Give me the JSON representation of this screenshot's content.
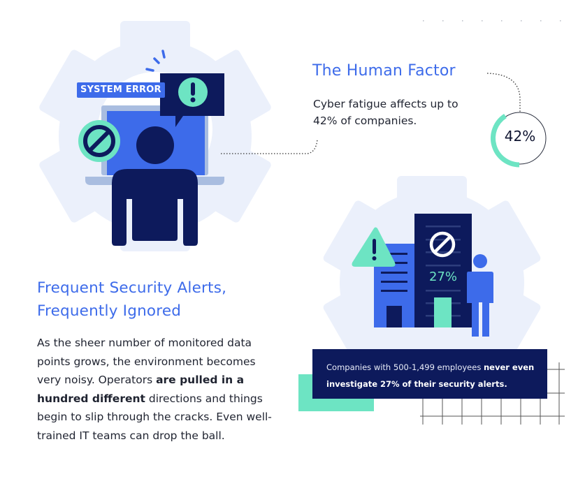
{
  "colors": {
    "accent_blue": "#3d6bea",
    "navy": "#0d1a5c",
    "teal": "#6de4c3",
    "slate": "#a9bde0",
    "gear_bg": "#ebf0fb"
  },
  "human_factor": {
    "title": "The Human Factor",
    "body": "Cyber fatigue affects up to 42% of companies.",
    "stat": {
      "value": 42,
      "label": "42%"
    }
  },
  "illustration_left": {
    "error_label": "SYSTEM ERROR",
    "icons": [
      "alert-exclamation-icon",
      "prohibited-icon",
      "person-icon",
      "laptop-icon"
    ]
  },
  "illustration_right": {
    "tower_stat": "27%",
    "icons": [
      "warning-triangle-icon",
      "prohibited-icon",
      "building-icon",
      "person-icon"
    ]
  },
  "alerts_section": {
    "title_line1": "Frequent Security Alerts,",
    "title_line2": "Frequently Ignored",
    "body_part1": "As the sheer number of monitored data points grows, the environment becomes very noisy. Operators ",
    "body_bold": "are pulled in a hundred different",
    "body_part2": " directions and things begin to slip through the cracks. Even well-trained IT teams can drop the ball."
  },
  "caption": {
    "part1": "Companies with 500-1,499 employees ",
    "bold1": "never even investigate 27%",
    "part2": " of their security alerts."
  }
}
